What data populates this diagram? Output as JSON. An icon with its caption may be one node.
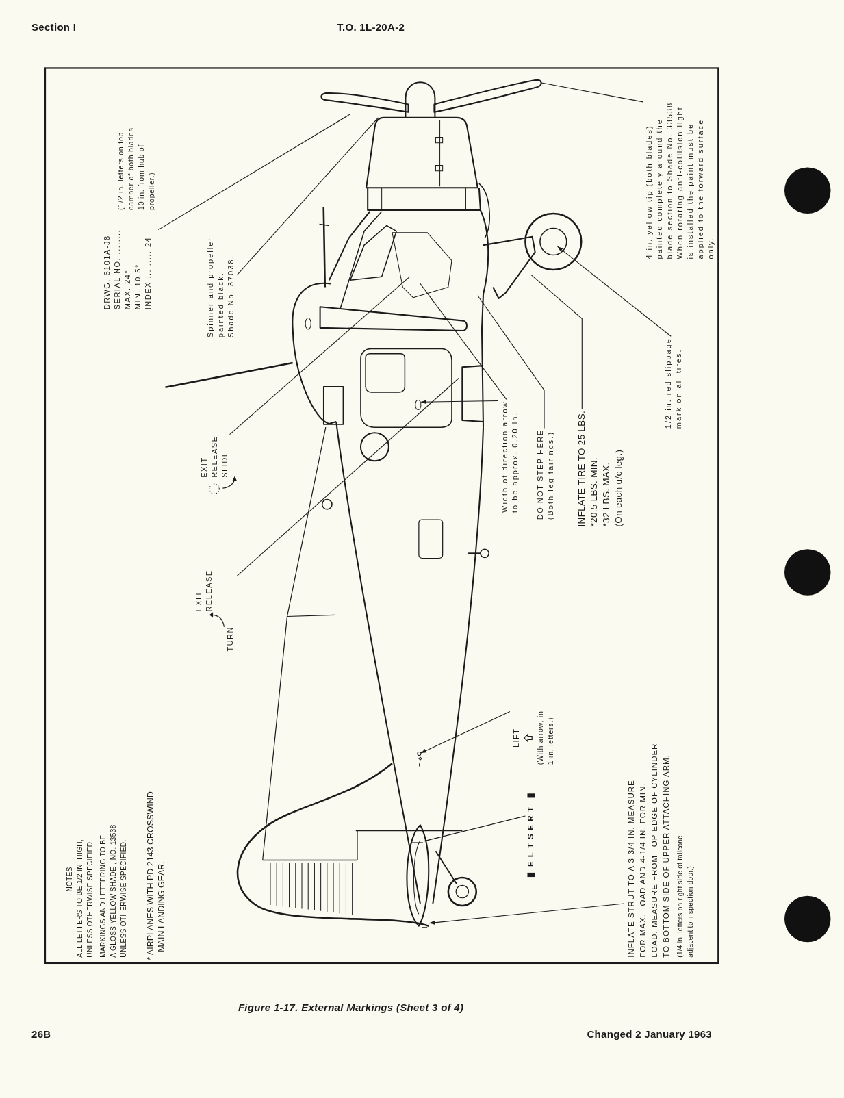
{
  "diagram": {
    "caption": "Figure 1-17. External Markings (Sheet 3 of 4)",
    "nodes": [
      {
        "text": [
          "DRWG. 6101A-J8",
          "SERIAL NO. ........",
          "MAX. 24°",
          "MIN. 10.5°",
          "INDEX ......... 24"
        ],
        "beside": [
          "(1/2 in. letters on top camber of both blades 10 in. from hub of propeller.)"
        ]
      },
      {
        "text": [
          "Spinner and propeller painted black. Shade No. 37038."
        ]
      },
      {
        "text": [
          "4 in. yellow tip (both blades) painted completely around the blade section to Shade No. 33538 When rotating anti-collision light is installed the paint must be applied to the forward surface only."
        ]
      },
      {
        "text": [
          "1/2 in. red slippage mark on all tires."
        ]
      },
      {
        "text": [
          "INFLATE TIRE TO 25 LBS.",
          "*20.5 LBS. MIN.",
          "*32 LBS. MAX.",
          "(On each u/c leg.)"
        ]
      },
      {
        "text": [
          "DO NOT STEP HERE",
          "(Both leg fairings.)"
        ]
      },
      {
        "text": [
          "Width of direction arrow to be approx. 0.20 in."
        ]
      },
      {
        "text": [
          "EXIT RELEASE SLIDE"
        ]
      },
      {
        "text": [
          "EXIT RELEASE"
        ],
        "beside": [
          "TURN"
        ]
      },
      {
        "text": [
          "LIFT"
        ],
        "beside": [
          "(With arrow, in 1 in. letters.)"
        ]
      },
      {
        "text": [
          "TRESTLE"
        ]
      },
      {
        "text": [
          "INFLATE STRUT TO A 3-3/4 IN. MEASURE FOR MAX. LOAD AND 4-1/4 IN. FOR MIN. LOAD. MEASURE FROM TOP EDGE OF CYLINDER TO BOTTOM SIDE OF UPPER ATTACHING ARM.",
          "(1/4 in. letters on right side of tailcone, adjacent to inspection door.)"
        ]
      }
    ],
    "edges": [
      {
        "from": 0,
        "to": null,
        "arrow": "none"
      },
      {
        "from": 1,
        "to": null,
        "arrow": "none"
      },
      {
        "from": 2,
        "to": null,
        "arrow": "none"
      },
      {
        "from": 3,
        "to": null,
        "arrow": "to"
      },
      {
        "from": 4,
        "to": null,
        "arrow": "none"
      },
      {
        "from": 5,
        "to": null,
        "arrow": "none"
      },
      {
        "from": 6,
        "to": null,
        "arrow": "none"
      },
      {
        "from": 6,
        "to": null,
        "arrow": "to"
      },
      {
        "from": 7,
        "to": null,
        "arrow": "none"
      },
      {
        "from": 8,
        "to": null,
        "arrow": "none"
      },
      {
        "from": 9,
        "to": null,
        "arrow": "to"
      },
      {
        "from": 10,
        "to": null,
        "arrow": "none"
      },
      {
        "from": 11,
        "to": null,
        "arrow": "to"
      }
    ],
    "labels": [
      "Section I",
      "T.O. 1L-20A-2",
      "NOTES",
      "ALL LETTERS TO BE 1/2 IN. HIGH, UNLESS OTHERWISE SPECIFIED.",
      "MARKINGS AND LETTERING TO BE A GLOSS YELLOW SHADE , NO. 13538 UNLESS OTHERWISE SPECIFIED.",
      "* AIRPLANES WITH PD 2143 CROSSWIND MAIN LANDING GEAR.",
      "26B",
      "Changed 2 January 1963"
    ]
  }
}
